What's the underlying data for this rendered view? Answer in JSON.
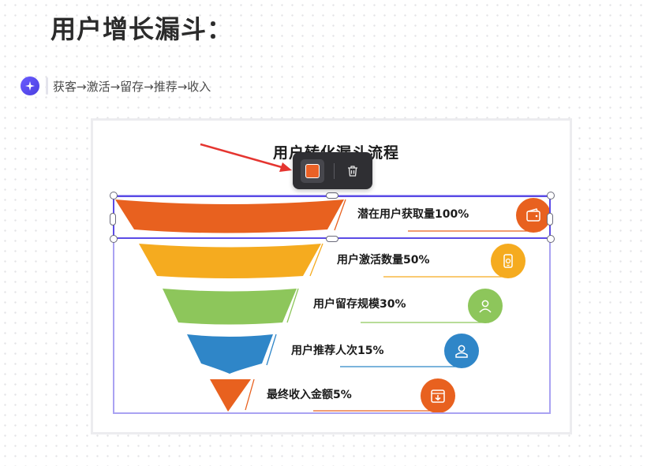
{
  "page": {
    "title": "用户增长漏斗：",
    "flow": "获客→激活→留存→推荐→收入"
  },
  "chart": {
    "title": "用户转化漏斗流程",
    "stages": [
      {
        "label": "潜在用户获取量100%",
        "color": "#e8611f",
        "icon": "wallet-icon"
      },
      {
        "label": "用户激活数量50%",
        "color": "#f5ab1f",
        "icon": "phone-icon"
      },
      {
        "label": "用户留存规模30%",
        "color": "#8dc65b",
        "icon": "user-icon"
      },
      {
        "label": "用户推荐人次15%",
        "color": "#2f86c8",
        "icon": "user-icon"
      },
      {
        "label": "最终收入金额5%",
        "color": "#e8611f",
        "icon": "download-icon"
      }
    ]
  },
  "toolbar": {
    "fill_color": "#ea6126"
  },
  "colors": {
    "accent": "#5b4be6",
    "arrow": "#e53530"
  }
}
